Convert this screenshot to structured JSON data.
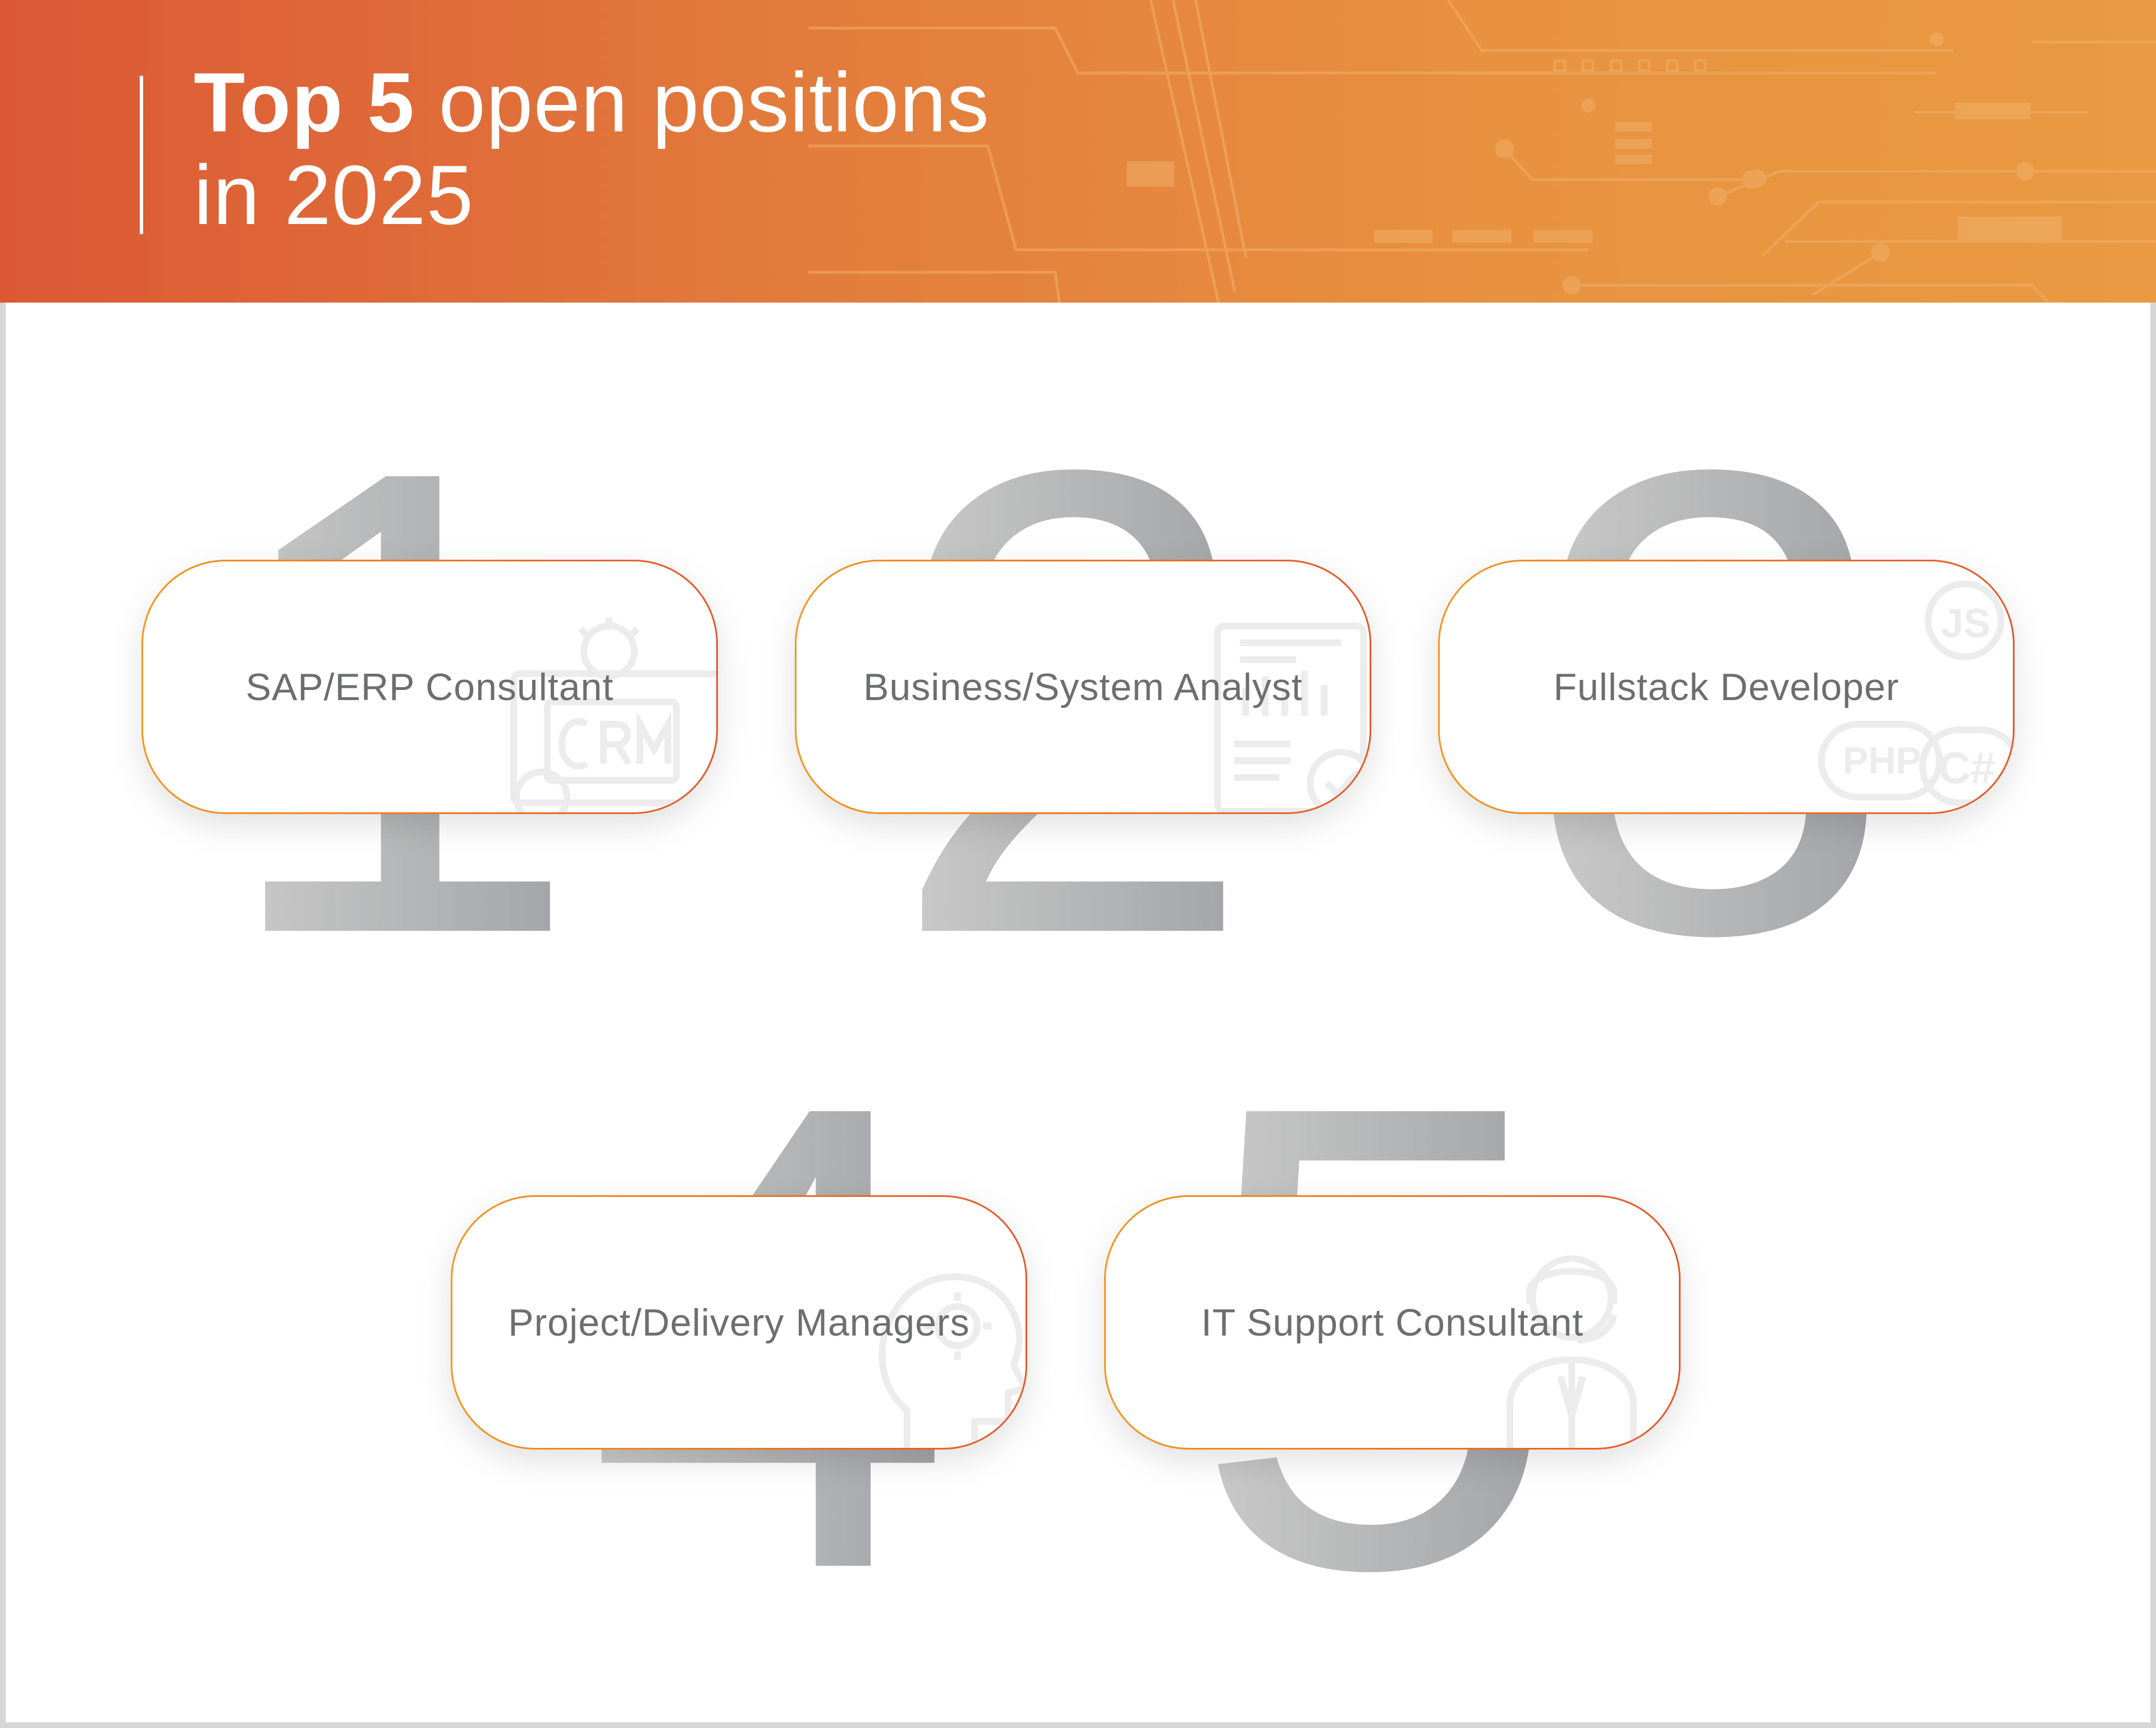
{
  "header": {
    "title_bold": "Top 5",
    "title_rest": " open positions",
    "title_line2": "in 2025"
  },
  "colors": {
    "accent_start": "#dc5835",
    "accent_end": "#e99a42",
    "text": "#6d6e71"
  },
  "positions": [
    {
      "rank": "1",
      "label": "SAP/ERP Consultant",
      "icon": "crm-gear-icon"
    },
    {
      "rank": "2",
      "label": "Business/System Analyst",
      "icon": "report-chart-icon"
    },
    {
      "rank": "3",
      "label": "Fullstack Developer",
      "icon": "code-languages-icon",
      "icon_text": [
        "JS",
        "PHP",
        "C#"
      ]
    },
    {
      "rank": "4",
      "label": "Project/Delivery Managers",
      "icon": "head-gear-icon"
    },
    {
      "rank": "5",
      "label": "IT Support Consultant",
      "icon": "support-agent-icon"
    }
  ]
}
